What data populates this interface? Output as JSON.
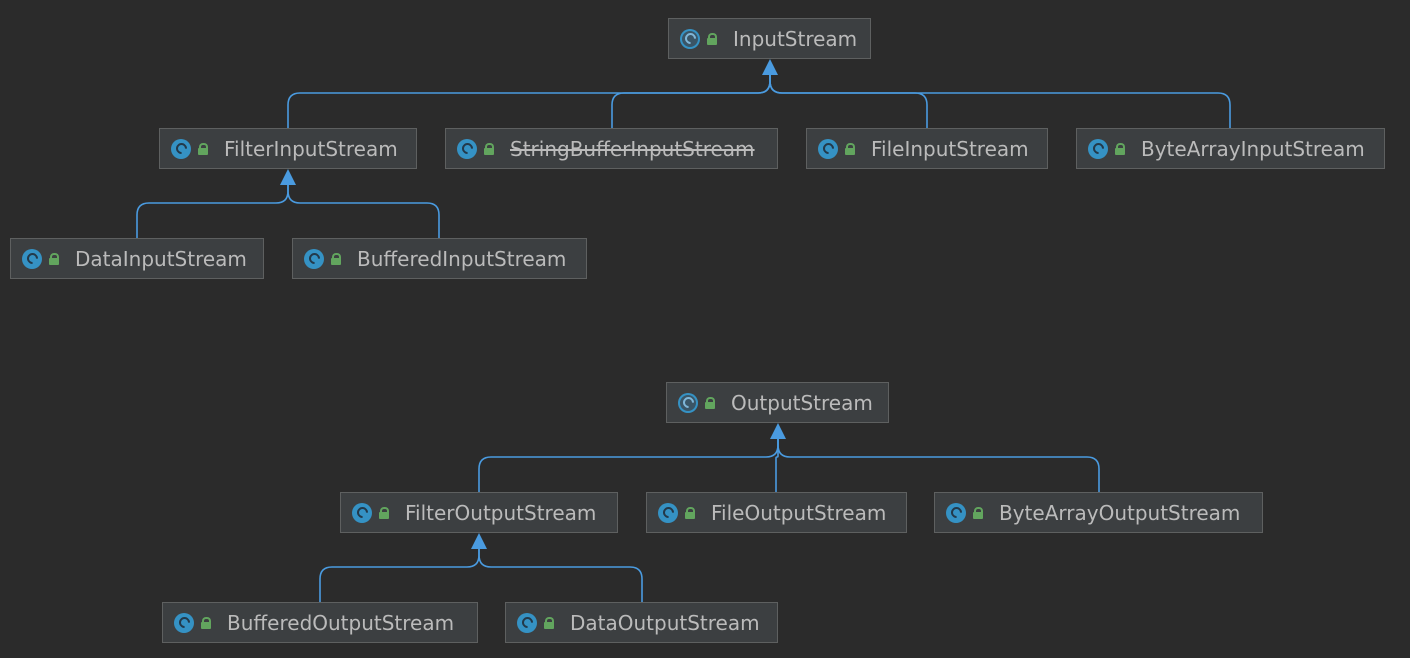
{
  "diagram": {
    "nodes": [
      {
        "id": "InputStream",
        "label": "InputStream",
        "kind": "abstract-class",
        "deprecated": false
      },
      {
        "id": "FilterInputStream",
        "label": "FilterInputStream",
        "kind": "class",
        "deprecated": false
      },
      {
        "id": "StringBufferInputStream",
        "label": "StringBufferInputStream",
        "kind": "class",
        "deprecated": true
      },
      {
        "id": "FileInputStream",
        "label": "FileInputStream",
        "kind": "class",
        "deprecated": false
      },
      {
        "id": "ByteArrayInputStream",
        "label": "ByteArrayInputStream",
        "kind": "class",
        "deprecated": false
      },
      {
        "id": "DataInputStream",
        "label": "DataInputStream",
        "kind": "class",
        "deprecated": false
      },
      {
        "id": "BufferedInputStream",
        "label": "BufferedInputStream",
        "kind": "class",
        "deprecated": false
      },
      {
        "id": "OutputStream",
        "label": "OutputStream",
        "kind": "abstract-class",
        "deprecated": false
      },
      {
        "id": "FilterOutputStream",
        "label": "FilterOutputStream",
        "kind": "class",
        "deprecated": false
      },
      {
        "id": "FileOutputStream",
        "label": "FileOutputStream",
        "kind": "class",
        "deprecated": false
      },
      {
        "id": "ByteArrayOutputStream",
        "label": "ByteArrayOutputStream",
        "kind": "class",
        "deprecated": false
      },
      {
        "id": "BufferedOutputStream",
        "label": "BufferedOutputStream",
        "kind": "class",
        "deprecated": false
      },
      {
        "id": "DataOutputStream",
        "label": "DataOutputStream",
        "kind": "class",
        "deprecated": false
      }
    ],
    "edges": [
      {
        "from": "FilterInputStream",
        "to": "InputStream",
        "relation": "extends"
      },
      {
        "from": "StringBufferInputStream",
        "to": "InputStream",
        "relation": "extends"
      },
      {
        "from": "FileInputStream",
        "to": "InputStream",
        "relation": "extends"
      },
      {
        "from": "ByteArrayInputStream",
        "to": "InputStream",
        "relation": "extends"
      },
      {
        "from": "DataInputStream",
        "to": "FilterInputStream",
        "relation": "extends"
      },
      {
        "from": "BufferedInputStream",
        "to": "FilterInputStream",
        "relation": "extends"
      },
      {
        "from": "FilterOutputStream",
        "to": "OutputStream",
        "relation": "extends"
      },
      {
        "from": "FileOutputStream",
        "to": "OutputStream",
        "relation": "extends"
      },
      {
        "from": "ByteArrayOutputStream",
        "to": "OutputStream",
        "relation": "extends"
      },
      {
        "from": "BufferedOutputStream",
        "to": "FilterOutputStream",
        "relation": "extends"
      },
      {
        "from": "DataOutputStream",
        "to": "FilterOutputStream",
        "relation": "extends"
      }
    ],
    "icons": {
      "class": "class-c-icon",
      "abstract-class": "abstract-class-icon",
      "visibility": "public-lock-icon"
    },
    "colors": {
      "background": "#2b2b2b",
      "node_fill": "#3c3f41",
      "node_border": "#5e6060",
      "text": "#bbbbbb",
      "edge": "#4a9be0",
      "class_icon": "#3592c4",
      "visibility_icon": "#62a55e"
    }
  }
}
